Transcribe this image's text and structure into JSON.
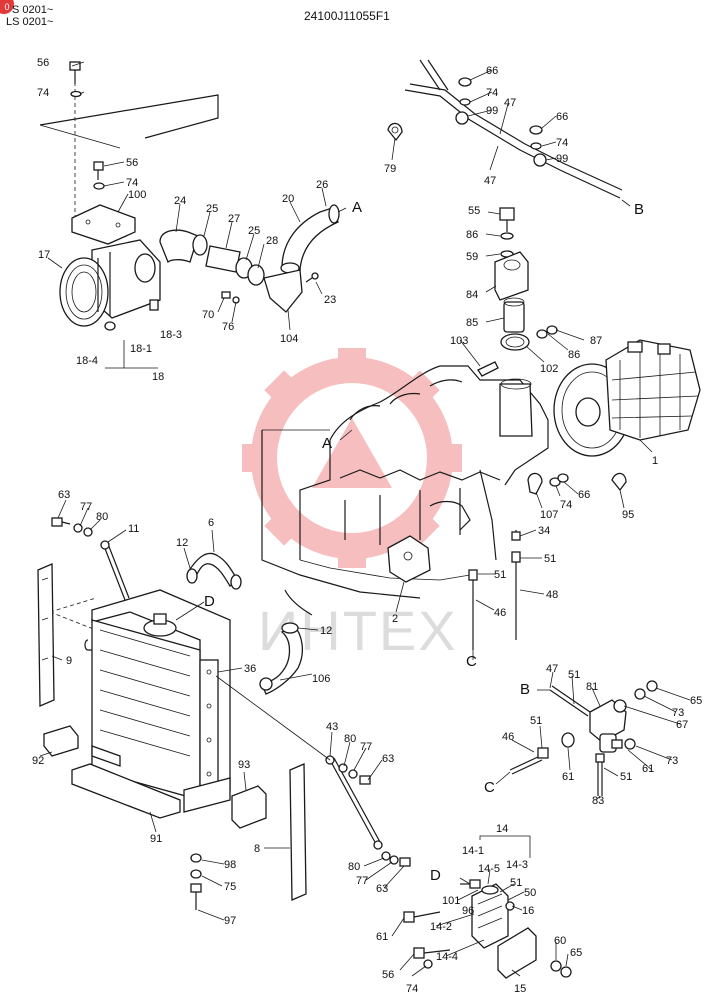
{
  "header": {
    "badge": "0",
    "serial_line_1": "S 0201~",
    "serial_line_2": "LS 0201~",
    "drawing_code": "24100J11055F1"
  },
  "watermark": {
    "text": "ИНТЕХ",
    "color": "#f08a8a"
  },
  "callouts": {
    "c56a": "56",
    "c74a": "74",
    "c56b": "56",
    "c74b": "74",
    "c100": "100",
    "c17": "17",
    "c24": "24",
    "c25a": "25",
    "c27": "27",
    "c25b": "25",
    "c28": "28",
    "c20": "20",
    "c26": "26",
    "cA1": "A",
    "c23": "23",
    "c70": "70",
    "c76": "76",
    "c104": "104",
    "c18_3": "18-3",
    "c18_4": "18-4",
    "c18_1": "18-1",
    "c18": "18",
    "c66a": "66",
    "c74c": "74",
    "c99a": "99",
    "c47a": "47",
    "c66b": "66",
    "c74d": "74",
    "c99b": "99",
    "c47b": "47",
    "c79": "79",
    "cB1": "B",
    "c55": "55",
    "c86a": "86",
    "c59": "59",
    "c84": "84",
    "c85": "85",
    "c103": "103",
    "c87": "87",
    "c86b": "86",
    "c102": "102",
    "c1": "1",
    "cA2": "A",
    "c107": "107",
    "c74e": "74",
    "c66c": "66",
    "c95": "95",
    "c34": "34",
    "c51a": "51",
    "c51b": "51",
    "c48": "48",
    "c46a": "46",
    "c2": "2",
    "cC1": "C",
    "c63a": "63",
    "c77a": "77",
    "c80a": "80",
    "c11": "11",
    "c6": "6",
    "c12a": "12",
    "cD1": "D",
    "c12b": "12",
    "c9": "9",
    "c36": "36",
    "c106": "106",
    "c92": "92",
    "c93": "93",
    "c91": "91",
    "c98": "98",
    "c75": "75",
    "c97": "97",
    "c8": "8",
    "c43": "43",
    "c80b": "80",
    "c77b": "77",
    "c63b": "63",
    "c80c": "80",
    "c77c": "77",
    "c63c": "63",
    "c47c": "47",
    "cB2": "B",
    "c51c": "51",
    "c81": "81",
    "c65a": "65",
    "c73a": "73",
    "c67": "67",
    "c46b": "46",
    "c51d": "51",
    "c73b": "73",
    "c61a": "61",
    "c61b": "61",
    "c51e": "51",
    "cC2": "C",
    "c83": "83",
    "c14": "14",
    "c14_1": "14-1",
    "c14_5": "14-5",
    "c14_3": "14-3",
    "cD2": "D",
    "c101": "101",
    "c96": "96",
    "c51f": "51",
    "c50": "50",
    "c16": "16",
    "c61c": "61",
    "c14_2": "14-2",
    "c14_4": "14-4",
    "c60": "60",
    "c65b": "65",
    "c56c": "56",
    "c74f": "74",
    "c15": "15"
  }
}
